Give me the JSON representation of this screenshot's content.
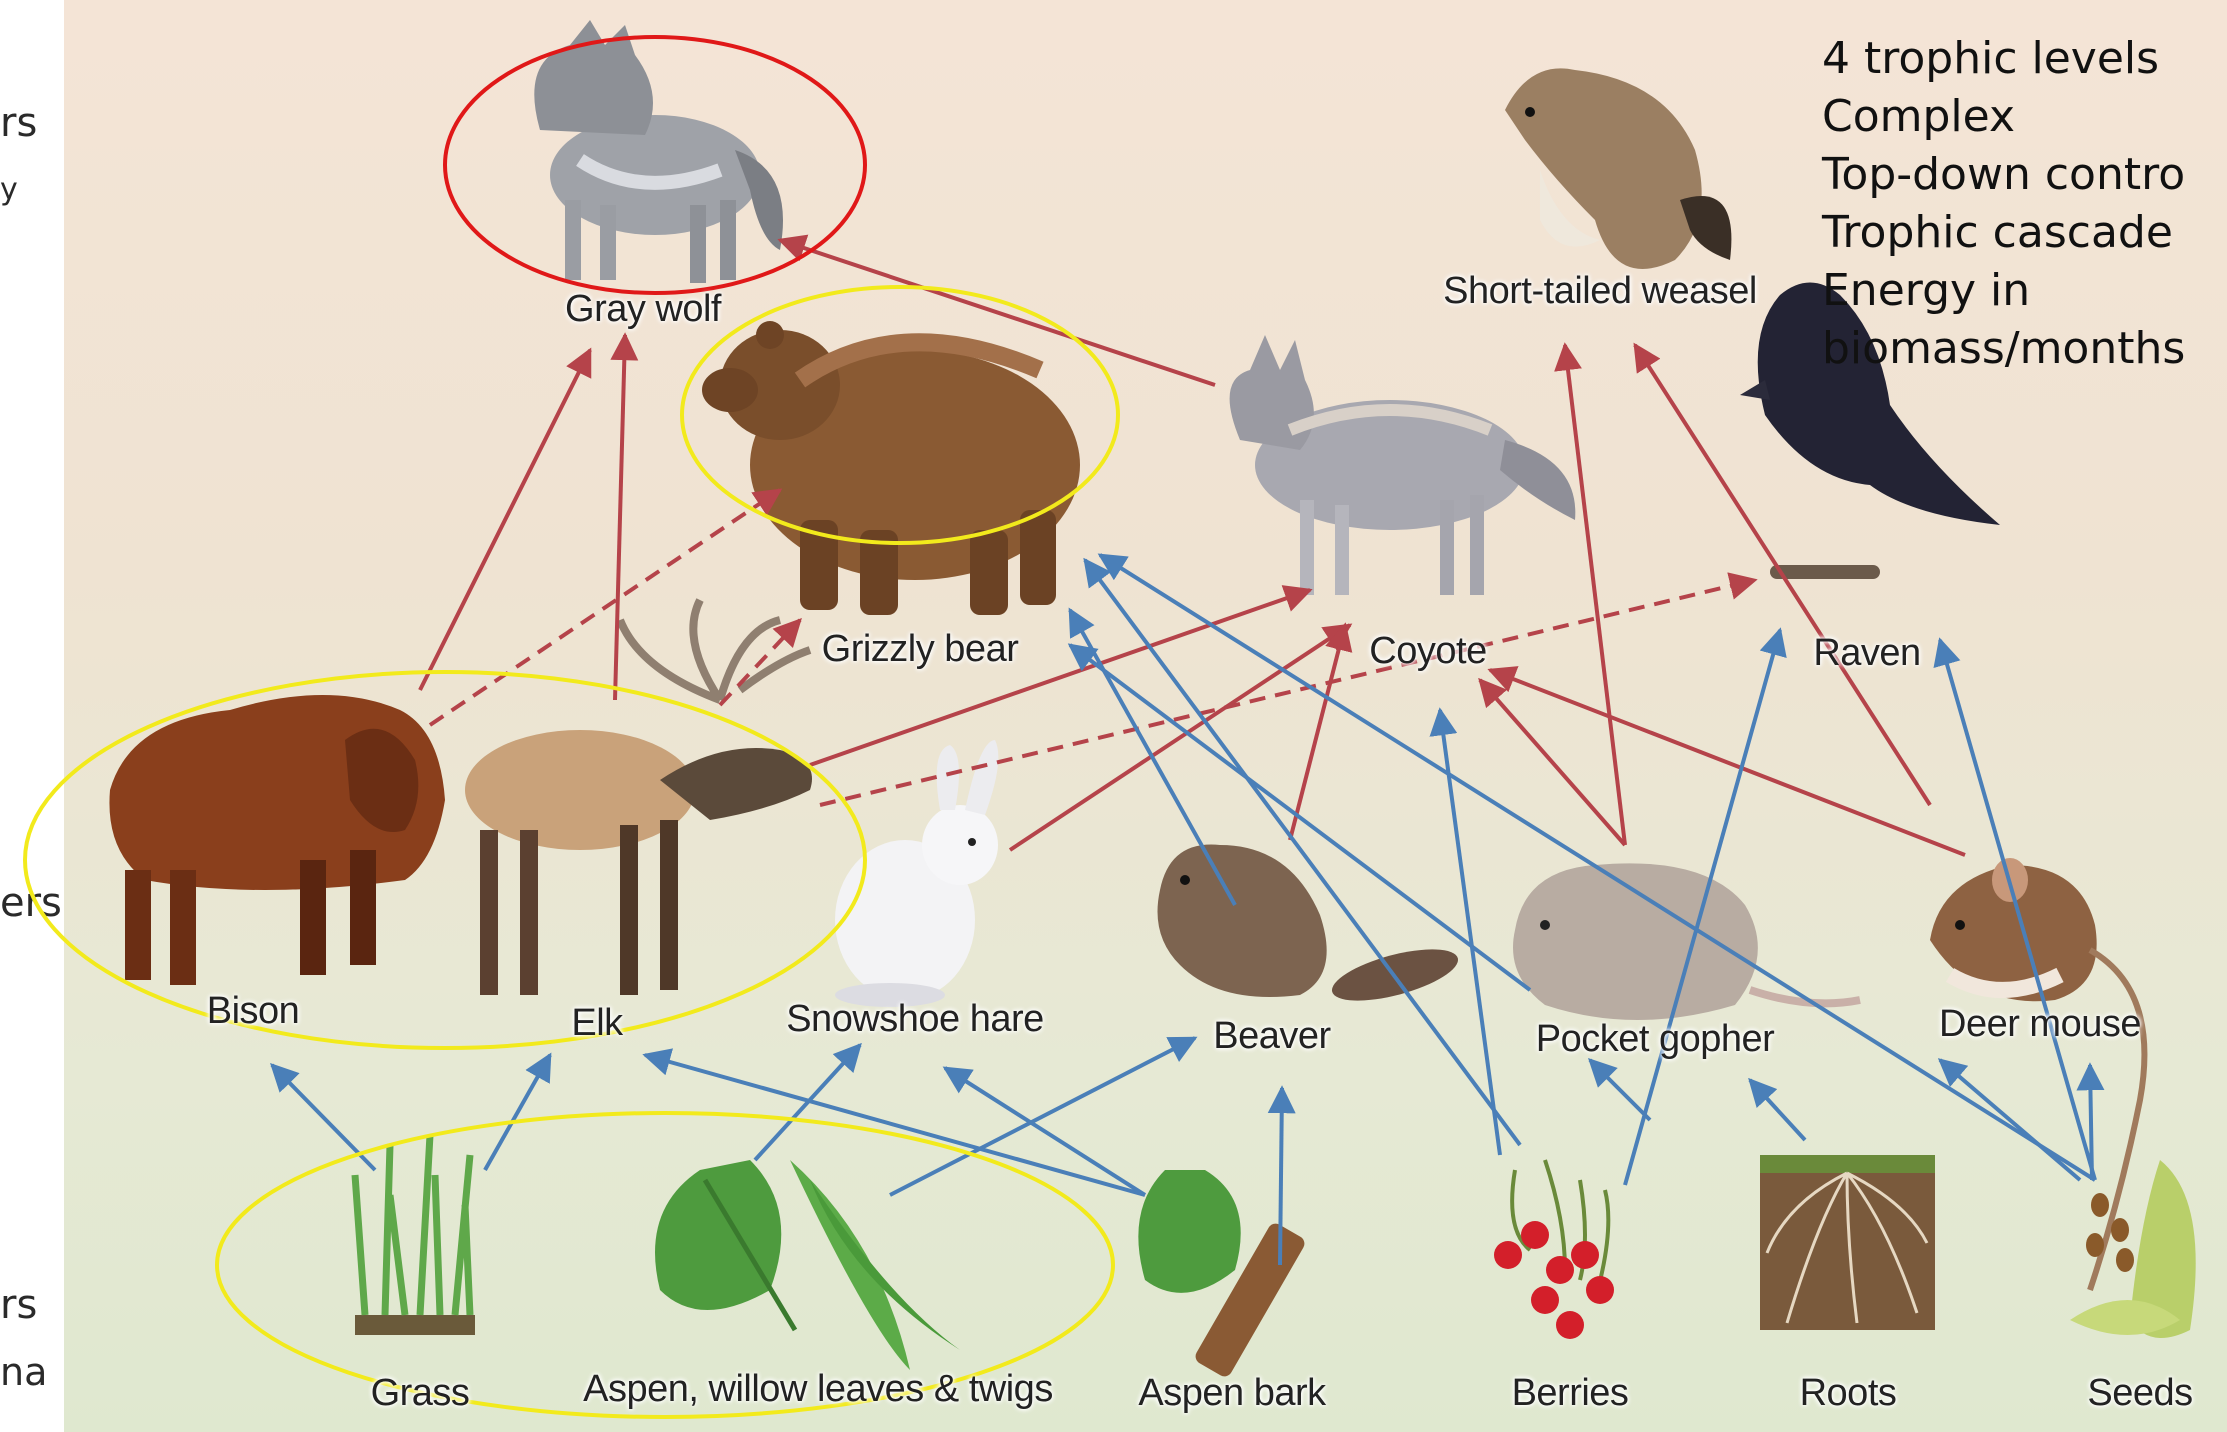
{
  "left_fragments": [
    "rs",
    "y",
    "ers",
    "rs",
    "na"
  ],
  "notes": [
    "4 trophic levels",
    "Complex",
    "Top-down contro",
    "Trophic cascade",
    "Energy in",
    "biomass/months"
  ],
  "labels": {
    "gray_wolf": "Gray wolf",
    "grizzly_bear": "Grizzly bear",
    "coyote": "Coyote",
    "short_tailed_weasel": "Short-tailed weasel",
    "raven": "Raven",
    "bison": "Bison",
    "elk": "Elk",
    "snowshoe_hare": "Snowshoe hare",
    "beaver": "Beaver",
    "pocket_gopher": "Pocket gopher",
    "deer_mouse": "Deer mouse",
    "grass": "Grass",
    "aspen_willow": "Aspen, willow leaves & twigs",
    "aspen_bark": "Aspen bark",
    "berries": "Berries",
    "roots": "Roots",
    "seeds": "Seeds"
  },
  "colors": {
    "predation_arrow": "#b5434a",
    "herbivory_arrow": "#4a7fb8",
    "highlight_red": "#e01818",
    "highlight_yellow": "#f2ea1c"
  }
}
